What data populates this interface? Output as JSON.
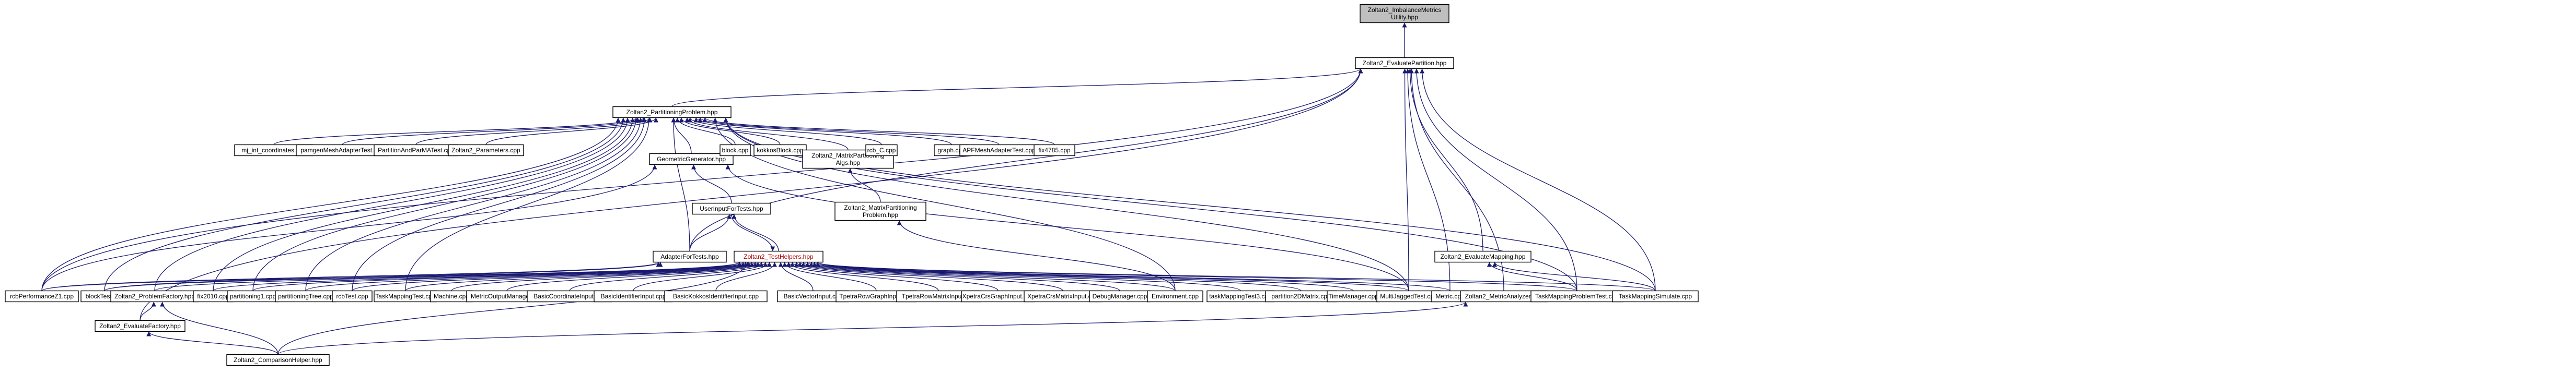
{
  "graph": {
    "edge_color": "#191970",
    "highlight_text_color": "#b30000",
    "root_fill": "#bfbfbf",
    "nodes": [
      {
        "id": "root",
        "lines": [
          "Zoltan2_ImbalanceMetrics",
          "Utility.hpp"
        ]
      },
      {
        "id": "eval_part",
        "lines": [
          "Zoltan2_EvaluatePartition.hpp"
        ]
      },
      {
        "id": "part_prob",
        "lines": [
          "Zoltan2_PartitioningProblem.hpp"
        ]
      },
      {
        "id": "mj_int",
        "lines": [
          "mj_int_coordinates.cpp"
        ]
      },
      {
        "id": "pamgen",
        "lines": [
          "pamgenMeshAdapterTest.cpp"
        ]
      },
      {
        "id": "partandparmat",
        "lines": [
          "PartitionAndParMATest.cpp"
        ]
      },
      {
        "id": "params",
        "lines": [
          "Zoltan2_Parameters.cpp"
        ]
      },
      {
        "id": "geogen",
        "lines": [
          "GeometricGenerator.hpp"
        ]
      },
      {
        "id": "block",
        "lines": [
          "block.cpp"
        ]
      },
      {
        "id": "kokkosblock",
        "lines": [
          "kokkosBlock.cpp"
        ]
      },
      {
        "id": "mpa",
        "lines": [
          "Zoltan2_MatrixPartitioning",
          "Algs.hpp"
        ]
      },
      {
        "id": "rcbc",
        "lines": [
          "rcb_C.cpp"
        ]
      },
      {
        "id": "graph",
        "lines": [
          "graph.cpp"
        ]
      },
      {
        "id": "apf",
        "lines": [
          "APFMeshAdapterTest.cpp"
        ]
      },
      {
        "id": "fix",
        "lines": [
          "fix4785.cpp"
        ]
      },
      {
        "id": "userinput",
        "lines": [
          "UserInputForTests.hpp"
        ]
      },
      {
        "id": "mpp",
        "lines": [
          "Zoltan2_MatrixPartitioning",
          "Problem.hpp"
        ]
      },
      {
        "id": "adapterfor",
        "lines": [
          "AdapterForTests.hpp"
        ]
      },
      {
        "id": "testhelpers",
        "lines": [
          "Zoltan2_TestHelpers.hpp"
        ]
      },
      {
        "id": "evalmapping",
        "lines": [
          "Zoltan2_EvaluateMapping.hpp"
        ]
      },
      {
        "id": "rcbperf",
        "lines": [
          "rcbPerformanceZ1.cpp"
        ]
      },
      {
        "id": "blocktest",
        "lines": [
          "blockTest.cpp"
        ]
      },
      {
        "id": "probfactory",
        "lines": [
          "Zoltan2_ProblemFactory.hpp"
        ]
      },
      {
        "id": "fix2010",
        "lines": [
          "fix2010.cpp"
        ]
      },
      {
        "id": "partitioning1",
        "lines": [
          "partitioning1.cpp"
        ]
      },
      {
        "id": "partitioningtree",
        "lines": [
          "partitioningTree.cpp"
        ]
      },
      {
        "id": "rcbtest",
        "lines": [
          "rcbTest.cpp"
        ]
      },
      {
        "id": "taskmappingtest",
        "lines": [
          "TaskMappingTest.cpp"
        ]
      },
      {
        "id": "machine",
        "lines": [
          "Machine.cpp"
        ]
      },
      {
        "id": "metricoutput",
        "lines": [
          "MetricOutputManager.cpp"
        ]
      },
      {
        "id": "basiccoord",
        "lines": [
          "BasicCoordinateInput.cpp"
        ]
      },
      {
        "id": "basicident",
        "lines": [
          "BasicIdentifierInput.cpp"
        ]
      },
      {
        "id": "basickokkos",
        "lines": [
          "BasicKokkosIdentifierInput.cpp"
        ]
      },
      {
        "id": "basicvector",
        "lines": [
          "BasicVectorInput.cpp"
        ]
      },
      {
        "id": "tpetrarowgraph",
        "lines": [
          "TpetraRowGraphInput.cpp"
        ]
      },
      {
        "id": "tpetrarowmatrix",
        "lines": [
          "TpetraRowMatrixInput.cpp"
        ]
      },
      {
        "id": "xpetracrsgraph",
        "lines": [
          "XpetraCrsGraphInput.cpp"
        ]
      },
      {
        "id": "xpetracrsmatrix",
        "lines": [
          "XpetraCrsMatrixInput.cpp"
        ]
      },
      {
        "id": "debugmanager",
        "lines": [
          "DebugManager.cpp"
        ]
      },
      {
        "id": "environment",
        "lines": [
          "Environment.cpp"
        ]
      },
      {
        "id": "taskmapping3",
        "lines": [
          "taskMappingTest3.cpp"
        ]
      },
      {
        "id": "partition2d",
        "lines": [
          "partition2DMatrix.cpp"
        ]
      },
      {
        "id": "timemanager",
        "lines": [
          "TimeManager.cpp"
        ]
      },
      {
        "id": "multijagged",
        "lines": [
          "MultiJaggedTest.cpp"
        ]
      },
      {
        "id": "metriccpp",
        "lines": [
          "Metric.cpp"
        ]
      },
      {
        "id": "metricanalyzer",
        "lines": [
          "Zoltan2_MetricAnalyzer.hpp"
        ]
      },
      {
        "id": "taskmappingproblem",
        "lines": [
          "TaskMappingProblemTest.cpp"
        ]
      },
      {
        "id": "taskmappingsim",
        "lines": [
          "TaskMappingSimulate.cpp"
        ]
      },
      {
        "id": "evalfactory",
        "lines": [
          "Zoltan2_EvaluateFactory.hpp"
        ]
      },
      {
        "id": "comparison",
        "lines": [
          "Zoltan2_ComparisonHelper.hpp"
        ]
      }
    ],
    "edges": [
      [
        "eval_part",
        "root"
      ],
      [
        "part_prob",
        "eval_part"
      ],
      [
        "evalfactory",
        "eval_part"
      ],
      [
        "evalmapping",
        "eval_part"
      ],
      [
        "multijagged",
        "eval_part"
      ],
      [
        "metriccpp",
        "eval_part"
      ],
      [
        "metricanalyzer",
        "eval_part"
      ],
      [
        "taskmappingproblem",
        "eval_part"
      ],
      [
        "taskmappingsim",
        "eval_part"
      ],
      [
        "rcbperf",
        "eval_part"
      ],
      [
        "adapterfor",
        "eval_part"
      ],
      [
        "mj_int",
        "part_prob"
      ],
      [
        "pamgen",
        "part_prob"
      ],
      [
        "partandparmat",
        "part_prob"
      ],
      [
        "params",
        "part_prob"
      ],
      [
        "geogen",
        "part_prob"
      ],
      [
        "block",
        "part_prob"
      ],
      [
        "kokkosblock",
        "part_prob"
      ],
      [
        "mpa",
        "part_prob"
      ],
      [
        "rcbc",
        "part_prob"
      ],
      [
        "graph",
        "part_prob"
      ],
      [
        "apf",
        "part_prob"
      ],
      [
        "fix",
        "part_prob"
      ],
      [
        "rcbperf",
        "part_prob"
      ],
      [
        "blocktest",
        "part_prob"
      ],
      [
        "probfactory",
        "part_prob"
      ],
      [
        "fix2010",
        "part_prob"
      ],
      [
        "partitioning1",
        "part_prob"
      ],
      [
        "partitioningtree",
        "part_prob"
      ],
      [
        "rcbtest",
        "part_prob"
      ],
      [
        "taskmappingtest",
        "part_prob"
      ],
      [
        "adapterfor",
        "part_prob"
      ],
      [
        "multijagged",
        "part_prob"
      ],
      [
        "taskmappingproblem",
        "part_prob"
      ],
      [
        "taskmappingsim",
        "part_prob"
      ],
      [
        "environment",
        "part_prob"
      ],
      [
        "mpp",
        "mpa"
      ],
      [
        "userinput",
        "geogen"
      ],
      [
        "rcbperf",
        "geogen"
      ],
      [
        "multijagged",
        "geogen"
      ],
      [
        "adapterfor",
        "userinput"
      ],
      [
        "testhelpers",
        "userinput"
      ],
      [
        "userinput",
        "testhelpers"
      ],
      [
        "rcbperf",
        "adapterfor"
      ],
      [
        "blocktest",
        "adapterfor"
      ],
      [
        "environment",
        "mpp"
      ],
      [
        "rcbperf",
        "testhelpers"
      ],
      [
        "blocktest",
        "testhelpers"
      ],
      [
        "probfactory",
        "testhelpers"
      ],
      [
        "fix2010",
        "testhelpers"
      ],
      [
        "partitioning1",
        "testhelpers"
      ],
      [
        "partitioningtree",
        "testhelpers"
      ],
      [
        "rcbtest",
        "testhelpers"
      ],
      [
        "taskmappingtest",
        "testhelpers"
      ],
      [
        "machine",
        "testhelpers"
      ],
      [
        "metricoutput",
        "testhelpers"
      ],
      [
        "basiccoord",
        "testhelpers"
      ],
      [
        "basicident",
        "testhelpers"
      ],
      [
        "basickokkos",
        "testhelpers"
      ],
      [
        "basicvector",
        "testhelpers"
      ],
      [
        "tpetrarowgraph",
        "testhelpers"
      ],
      [
        "tpetrarowmatrix",
        "testhelpers"
      ],
      [
        "xpetracrsgraph",
        "testhelpers"
      ],
      [
        "xpetracrsmatrix",
        "testhelpers"
      ],
      [
        "debugmanager",
        "testhelpers"
      ],
      [
        "environment",
        "testhelpers"
      ],
      [
        "taskmapping3",
        "testhelpers"
      ],
      [
        "partition2d",
        "testhelpers"
      ],
      [
        "timemanager",
        "testhelpers"
      ],
      [
        "multijagged",
        "testhelpers"
      ],
      [
        "metriccpp",
        "testhelpers"
      ],
      [
        "taskmappingproblem",
        "testhelpers"
      ],
      [
        "taskmappingsim",
        "testhelpers"
      ],
      [
        "comparison",
        "testhelpers"
      ],
      [
        "taskmappingproblem",
        "evalmapping"
      ],
      [
        "taskmappingsim",
        "evalmapping"
      ],
      [
        "evalfactory",
        "probfactory"
      ],
      [
        "comparison",
        "probfactory"
      ],
      [
        "comparison",
        "evalfactory"
      ],
      [
        "comparison",
        "metricanalyzer"
      ]
    ]
  }
}
